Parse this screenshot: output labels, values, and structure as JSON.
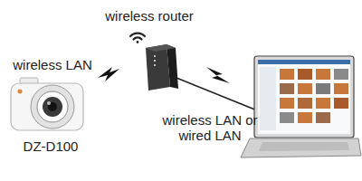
{
  "diagram": {
    "labels": [
      "wireless router",
      "wireless LAN",
      "DZ-D100",
      "wireless LAN or wired LAN"
    ]
  }
}
